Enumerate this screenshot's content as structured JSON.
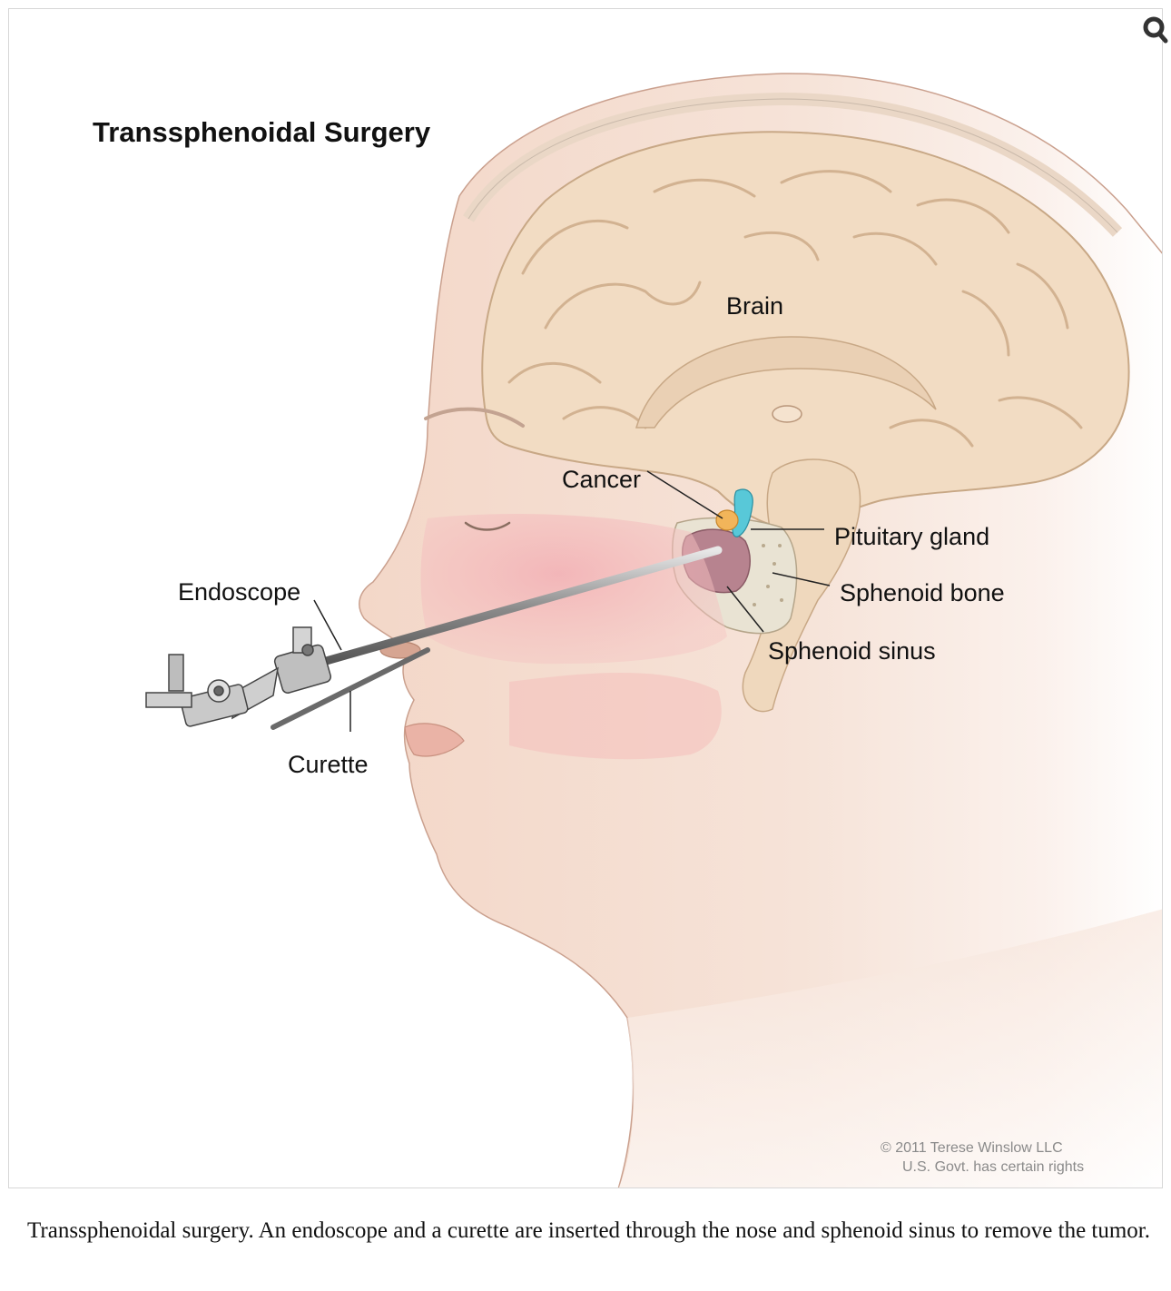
{
  "figure": {
    "title": "Transsphenoidal Surgery",
    "labels": {
      "brain": "Brain",
      "cancer": "Cancer",
      "pituitary_gland": "Pituitary gland",
      "sphenoid_bone": "Sphenoid bone",
      "sphenoid_sinus": "Sphenoid sinus",
      "endoscope": "Endoscope",
      "curette": "Curette"
    },
    "credit_line1": "© 2011 Terese Winslow LLC",
    "credit_line2": "U.S. Govt. has certain rights",
    "zoom_icon": "magnifier-icon"
  },
  "caption": "Transsphenoidal surgery. An endoscope and a curette are inserted through the nose and sphenoid sinus to remove the tumor."
}
